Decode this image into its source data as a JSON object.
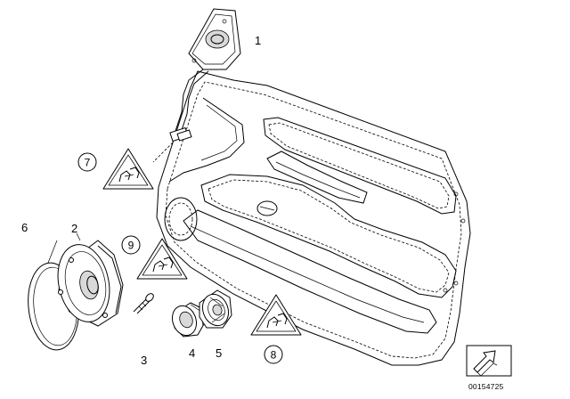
{
  "callouts": {
    "c1": "1",
    "c2": "2",
    "c3": "3",
    "c4": "4",
    "c5": "5",
    "c6": "6",
    "c7": "7",
    "c8": "8",
    "c9": "9"
  },
  "doc_id": "00154725",
  "icons": {
    "warning_triangle": "warning-triangle-icon",
    "nav_arrow": "arrow-icon"
  }
}
